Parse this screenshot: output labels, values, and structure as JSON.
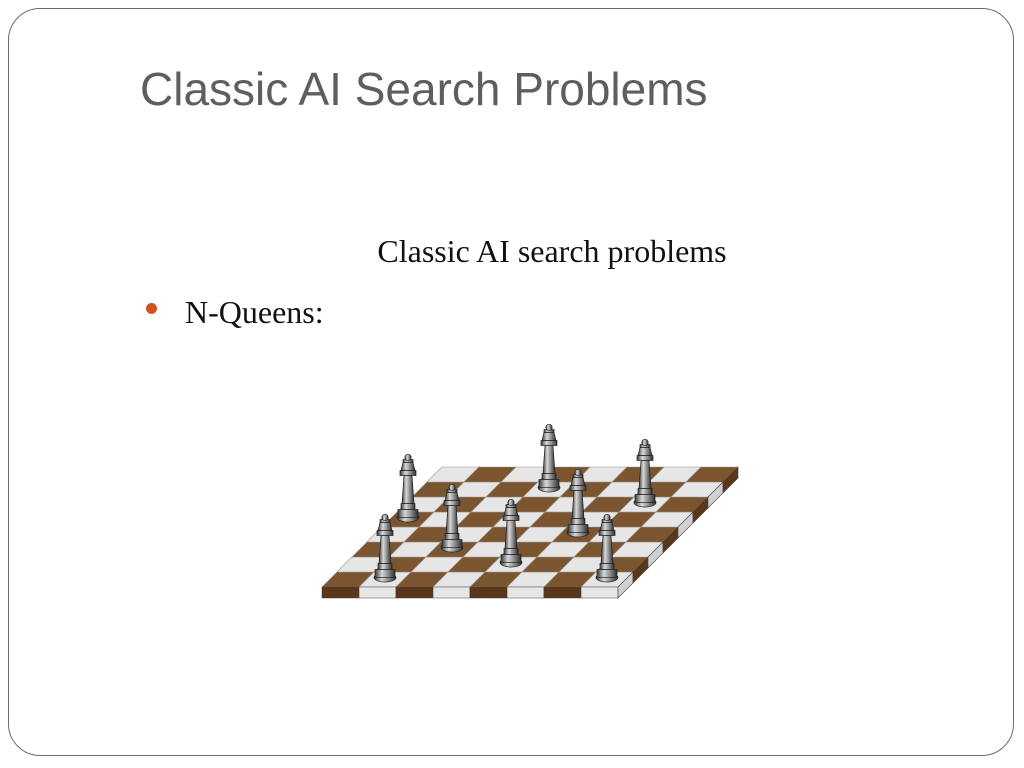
{
  "slide": {
    "title": "Classic AI Search Problems",
    "subtitle": "Classic AI search problems",
    "bullets": [
      {
        "text": "N-Queens:"
      }
    ]
  },
  "image": {
    "icon": "chessboard-with-queens-icon",
    "board_rows": 8,
    "board_cols": 8,
    "colors": {
      "dark_square": "#7a5530",
      "light_square": "#e6e6e6",
      "board_edge_dark": "#5a3718",
      "piece": "#8a8a8a"
    },
    "queens": [
      {
        "row": 0,
        "col": 1
      },
      {
        "row": 0,
        "col": 7
      },
      {
        "row": 1,
        "col": 4
      },
      {
        "row": 2,
        "col": 2
      },
      {
        "row": 3,
        "col": 5
      },
      {
        "row": 4,
        "col": 0
      },
      {
        "row": 5,
        "col": 6
      },
      {
        "row": 6,
        "col": 3
      }
    ]
  },
  "theme": {
    "accent": "#d0531f",
    "title_color": "#625d5d"
  }
}
